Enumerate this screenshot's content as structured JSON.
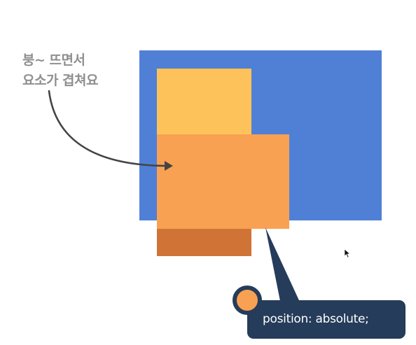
{
  "annotation": {
    "lines": [
      "붕~ 뜨면서",
      "요소가 겹쳐요"
    ]
  },
  "callout": {
    "text": "position: absolute;"
  },
  "colors": {
    "blue_box": "#5080d6",
    "yellow_box": "#fdc35a",
    "orange_box": "#f9a152",
    "dark_orange_box": "#cf7337",
    "callout_bg": "#253c5a",
    "annotation_text": "#8f8f8f",
    "arrow": "#444444"
  },
  "icons": {
    "arrow": "curved-arrow-icon",
    "cursor": "mouse-cursor-icon",
    "badge": "circle-badge-icon"
  }
}
